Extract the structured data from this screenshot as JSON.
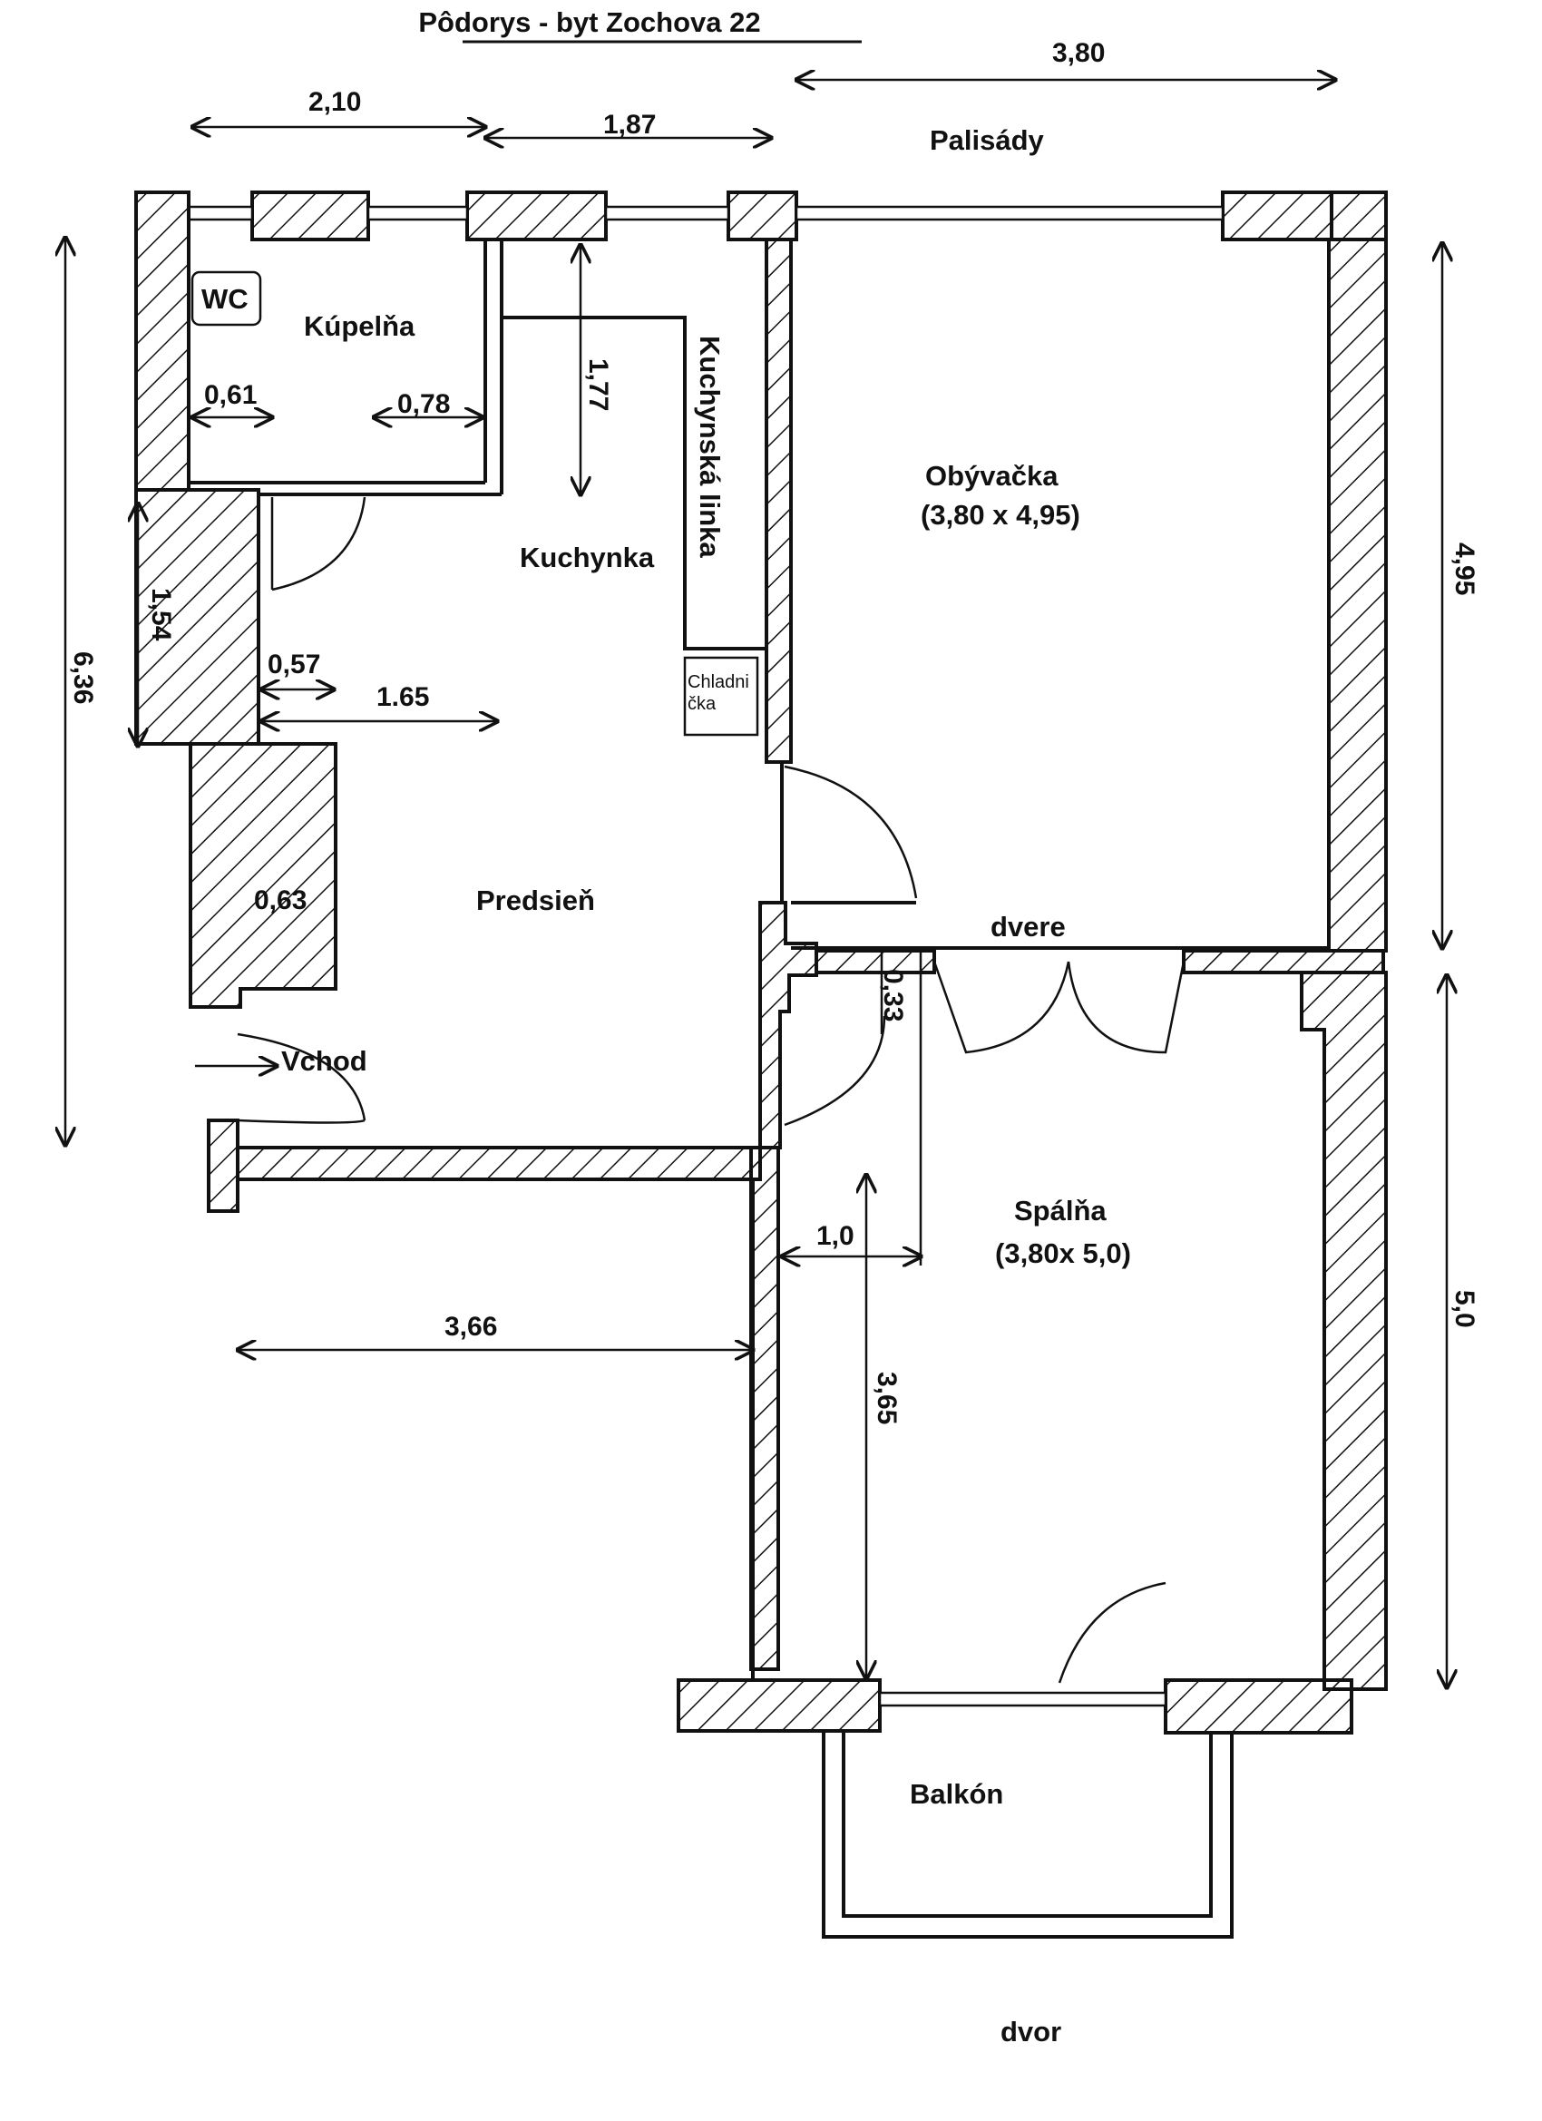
{
  "title": "Pôdorys - byt Zochova 22",
  "rooms": {
    "wc": "WC",
    "bathroom": "Kúpelňa",
    "kitchenette": "Kuchynka",
    "kitchen_counter": "Kuchynská linka",
    "fridge_line1": "Chladni",
    "fridge_line2": "čka",
    "living_room": "Obývačka",
    "living_room_size": "(3,80 x 4,95)",
    "hallway": "Predsieň",
    "entrance": "Vchod",
    "bedroom": "Spálňa",
    "bedroom_size": "(3,80x 5,0)",
    "balcony": "Balkón"
  },
  "labels": {
    "street": "Palisády",
    "yard": "dvor",
    "door": "dvere"
  },
  "dimensions": {
    "bath_width": "2,10",
    "kitchen_width": "1,87",
    "living_width": "3,80",
    "wc_depth": "0,61",
    "bath_depth": "0,78",
    "kitchen_len": "1,77",
    "hall_len": "1,54",
    "total_len": "6,36",
    "wall_offset": "0,57",
    "hall_width": "1.65",
    "niche": "0,63",
    "living_len": "4,95",
    "small_wall": "0,33",
    "bedroom_len": "5,0",
    "bedroom_offset": "1,0",
    "bedroom_inner": "3,65",
    "lower_width": "3,66"
  }
}
